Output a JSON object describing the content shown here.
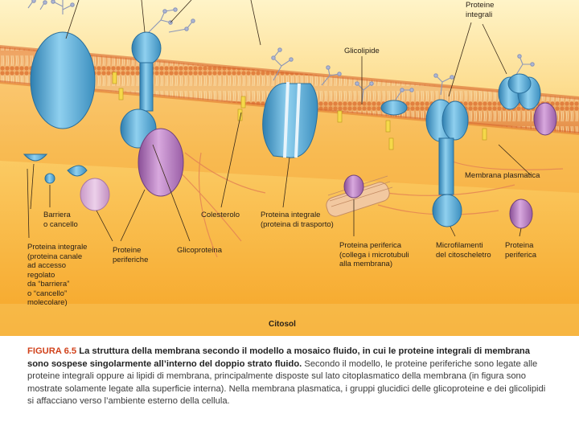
{
  "figure": {
    "labels": {
      "proteine_integrali": "Proteine\nintegrali",
      "glicolipide": "Glicolipide",
      "membrana_plasmatica": "Membrana plasmatica",
      "barriera": "Barriera\no cancello",
      "colesterolo": "Colesterolo",
      "proteina_integrale_trasporto": "Proteina integrale\n(proteina di trasporto)",
      "proteina_integrale_canale": "Proteina integrale\n(proteina canale\nad accesso\nregolato\nda “barriera”\no “cancello”\nmolecolare)",
      "proteine_periferiche": "Proteine\nperiferiche",
      "glicoproteina": "Glicoproteina",
      "proteina_periferica_microtubuli": "Proteina periferica\n(collega i microtubuli\nalla membrana)",
      "microfilamenti": "Microfilamenti\ndel citoscheletro",
      "proteina_periferica": "Proteina\nperiferica",
      "citosol": "Citosol"
    }
  },
  "caption": {
    "label": "FIGURA 6.5",
    "bold": "La struttura della membrana secondo il modello a mosaico fluido, in cui le proteine integrali di membrana sono sospese singolarmente all’interno del doppio strato fluido.",
    "body": "Secondo il modello, le proteine periferiche sono legate alle proteine integrali oppure ai lipidi di membrana, principalmente disposte sul lato citoplasmatico della membrana (in figura sono mostrate solamente legate alla superficie interna). Nella membrana plasmatica, i gruppi glucidici delle glicoproteine e dei glicolipidi si affacciano verso l’ambiente esterno della cellula."
  },
  "colors": {
    "cytosol": "#f7ad2a",
    "extracellular": "#fde8a4",
    "membrane": "#e8924a",
    "protein_blue": "#63b3d9",
    "protein_purple": "#b77ec0",
    "caption_label": "#d1421b"
  }
}
